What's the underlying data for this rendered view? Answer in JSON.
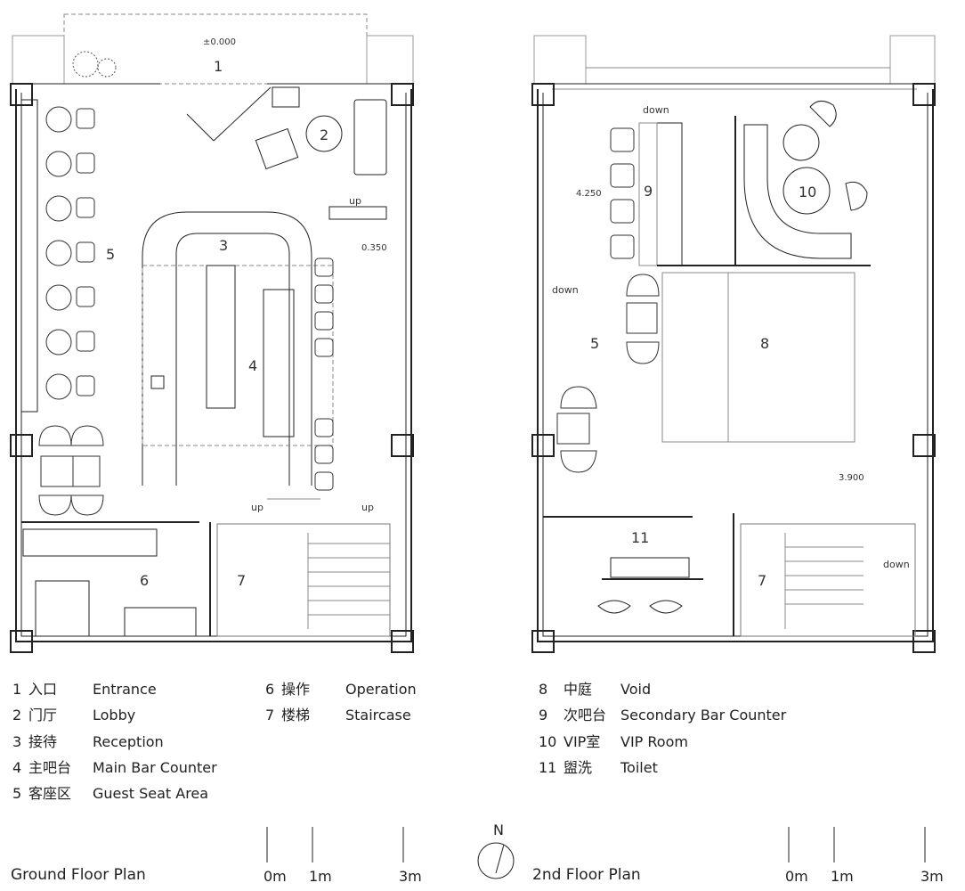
{
  "ground_plan": {
    "caption": "Ground Floor Plan",
    "room_numbers": [
      "1",
      "2",
      "3",
      "4",
      "5",
      "6",
      "7"
    ],
    "level_marks": [
      "±0.000",
      "0.350"
    ],
    "stair_marks": [
      "up",
      "up",
      "up"
    ]
  },
  "second_plan": {
    "caption": "2nd Floor Plan",
    "room_numbers": [
      "10",
      "9",
      "5",
      "8",
      "11",
      "7"
    ],
    "level_marks": [
      "4.250",
      "3.900"
    ],
    "stair_marks": [
      "down",
      "down",
      "down"
    ]
  },
  "legend_left": [
    {
      "num": "1",
      "cn": "入口",
      "en": "Entrance"
    },
    {
      "num": "2",
      "cn": "门厅",
      "en": "Lobby"
    },
    {
      "num": "3",
      "cn": "接待",
      "en": "Reception"
    },
    {
      "num": "4",
      "cn": "主吧台",
      "en": "Main Bar Counter"
    },
    {
      "num": "5",
      "cn": "客座区",
      "en": "Guest Seat Area"
    }
  ],
  "legend_mid": [
    {
      "num": "6",
      "cn": "操作",
      "en": "Operation"
    },
    {
      "num": "7",
      "cn": "楼梯",
      "en": "Staircase"
    }
  ],
  "legend_right": [
    {
      "num": "8",
      "cn": "中庭",
      "en": "Void"
    },
    {
      "num": "9",
      "cn": "次吧台",
      "en": "Secondary Bar Counter"
    },
    {
      "num": "10",
      "cn": "VIP室",
      "en": "VIP Room"
    },
    {
      "num": "11",
      "cn": "盥洗",
      "en": "Toilet"
    }
  ],
  "scale_bar": {
    "labels": [
      "0m",
      "1m",
      "3m"
    ]
  },
  "north_arrow": {
    "label": "N"
  },
  "colors": {
    "line": "#222222",
    "light": "#888888",
    "wall_fill": "#ffffff"
  }
}
